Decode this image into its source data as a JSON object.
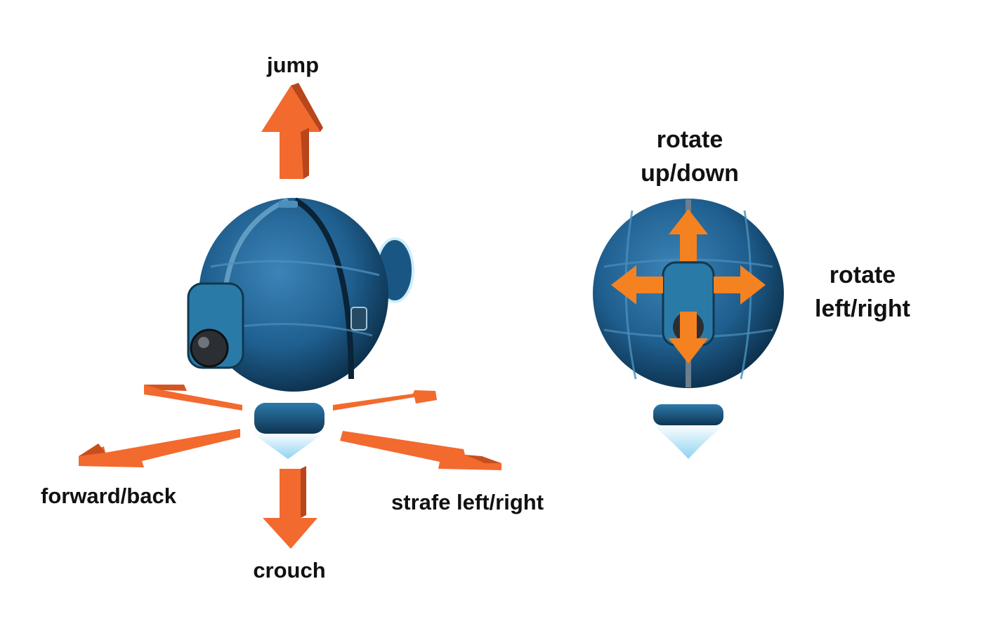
{
  "labels": {
    "jump": "jump",
    "crouch": "crouch",
    "forward_back": "forward/back",
    "strafe": "strafe left/right",
    "rotate_up_down": [
      "rotate",
      "up/down"
    ],
    "rotate_left_right": [
      "rotate",
      "left/right"
    ]
  },
  "colors": {
    "arrow": "#f26a2e",
    "arrow_shade": "#b8461a",
    "robot_body": "#1f5f8f",
    "robot_dark": "#0e3552",
    "robot_light": "#5fb6df",
    "hover_glow": "#bfe6f7"
  }
}
